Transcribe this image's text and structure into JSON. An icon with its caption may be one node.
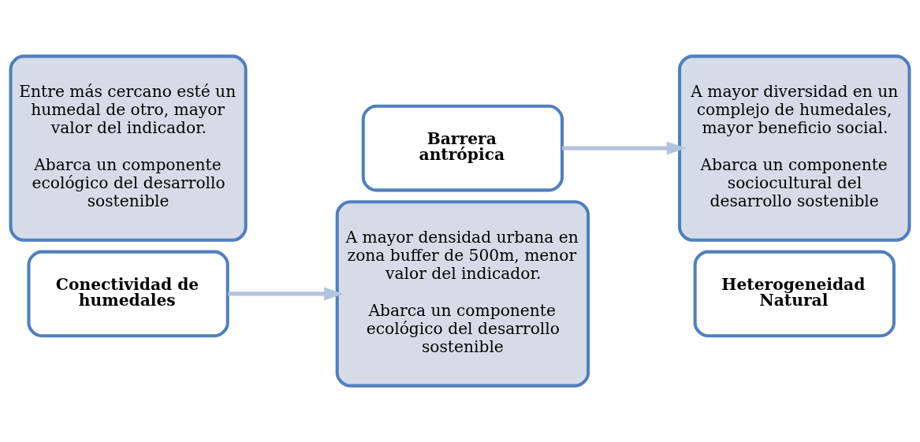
{
  "diagram": {
    "nodes": [
      {
        "text": [
          "Entre más cercano esté un humedal de otro, mayor valor del indicador.",
          "Abarca un componente ecológico del desarrollo sostenible"
        ]
      },
      {
        "text": [
          "Conectividad de humedales"
        ]
      },
      {
        "text": [
          "Barrera antrópica"
        ]
      },
      {
        "text": [
          "A mayor densidad urbana en zona buffer de 500m, menor valor del indicador.",
          "Abarca un componente ecológico del desarrollo sostenible"
        ]
      },
      {
        "text": [
          "A mayor diversidad en un complejo de humedales, mayor beneficio social.",
          "Abarca un componente sociocultural del desarrollo sostenible"
        ]
      },
      {
        "text": [
          "Heterogeneidad Natural"
        ]
      }
    ],
    "edges": [
      {
        "from": 1,
        "to": 3,
        "arrow": "to",
        "color": "#b4c3dc"
      },
      {
        "from": 2,
        "to": 4,
        "arrow": "to",
        "color": "#b4c3dc"
      }
    ]
  }
}
